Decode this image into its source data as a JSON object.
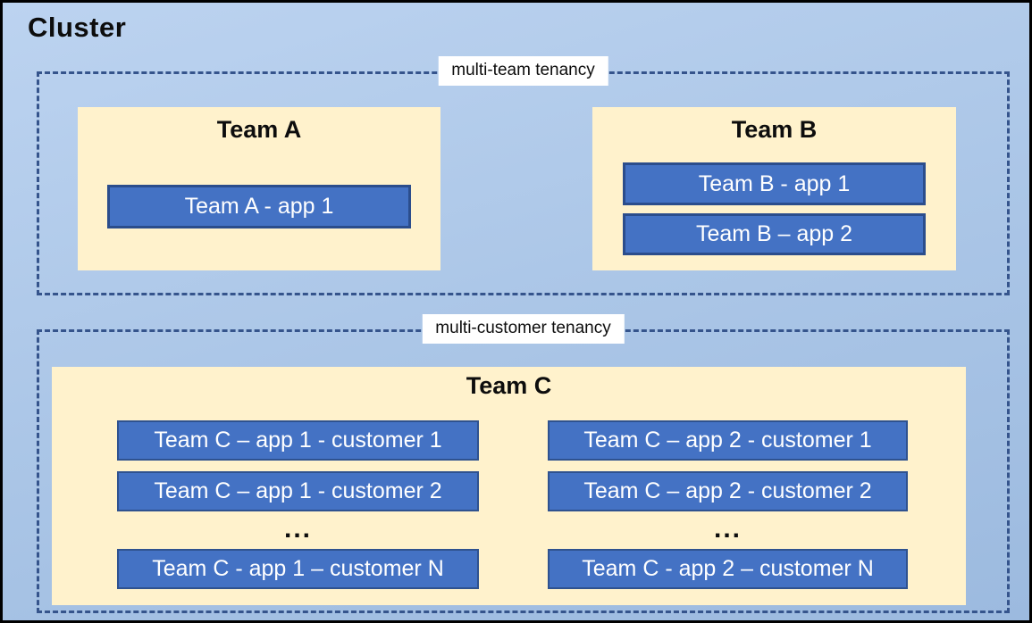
{
  "title": "Cluster",
  "colors": {
    "background_top": "#BCD3F0",
    "background_bottom": "#9CBADF",
    "outer_border": "#000000",
    "dashed_border": "#35548C",
    "team_box_fill": "#FFF2CC",
    "app_box_fill": "#4472C4",
    "app_box_border": "#2F528F",
    "app_text": "#FFFFFF",
    "label_background": "#FFFFFF",
    "title_text": "#0D0D0D"
  },
  "groups": [
    {
      "label": "multi-team tenancy",
      "teams": [
        {
          "name": "Team A",
          "apps": [
            "Team A - app 1"
          ]
        },
        {
          "name": "Team B",
          "apps": [
            "Team B - app 1",
            "Team B – app 2"
          ]
        }
      ]
    },
    {
      "label": "multi-customer tenancy",
      "teams": [
        {
          "name": "Team C",
          "columns": [
            {
              "apps": [
                "Team C – app 1 - customer 1",
                "Team C – app 1 - customer 2"
              ],
              "ellipsis": "...",
              "app_n": "Team C - app 1 – customer N"
            },
            {
              "apps": [
                "Team C – app 2 - customer 1",
                "Team C – app 2 - customer 2"
              ],
              "ellipsis": "...",
              "app_n": "Team C - app 2 – customer N"
            }
          ]
        }
      ]
    }
  ]
}
